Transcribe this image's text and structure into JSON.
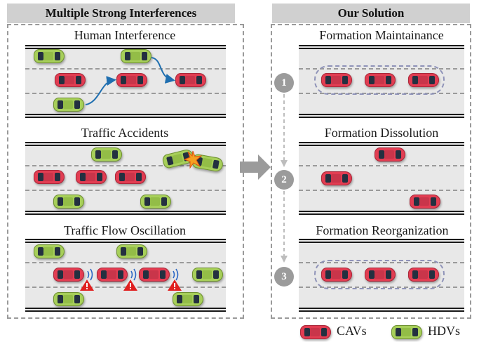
{
  "left_panel": {
    "header": "Multiple Strong Interferences",
    "scenarios": [
      {
        "title": "Human Interference"
      },
      {
        "title": "Traffic Accidents"
      },
      {
        "title": "Traffic Flow Oscillation"
      }
    ]
  },
  "right_panel": {
    "header": "Our Solution",
    "steps": [
      {
        "number": "1",
        "title": "Formation Maintainance"
      },
      {
        "number": "2",
        "title": "Formation Dissolution"
      },
      {
        "number": "3",
        "title": "Formation Reorganization"
      }
    ]
  },
  "legend": {
    "cav_label": "CAVs",
    "hdv_label": "HDVs"
  },
  "colors": {
    "cav": "#e23d52",
    "hdv": "#a7cf5a",
    "formation_outline": "#8f93b8",
    "maneuver_arrow": "#1f6fb0",
    "warning": "#e02020",
    "header_bg": "#d0d0d0"
  }
}
